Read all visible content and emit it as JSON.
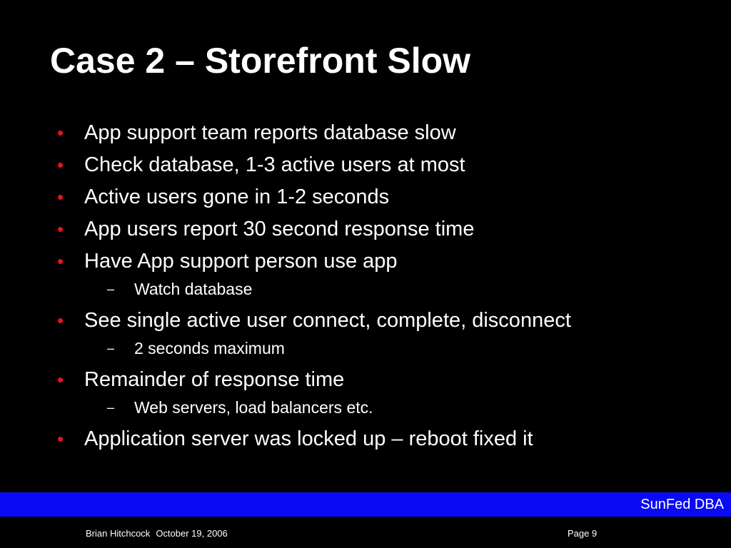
{
  "slide": {
    "title": "Case 2 – Storefront Slow",
    "bullet_color": "#e8141c",
    "accent_band_color": "#0a0af5",
    "bullets": [
      {
        "level": 1,
        "marker": "•",
        "text": "App support team reports database slow"
      },
      {
        "level": 1,
        "marker": "•",
        "text": "Check database, 1-3 active users at most"
      },
      {
        "level": 1,
        "marker": "•",
        "text": "Active users gone in 1-2 seconds"
      },
      {
        "level": 1,
        "marker": "•",
        "text": "App users report 30 second response time"
      },
      {
        "level": 1,
        "marker": "•",
        "text": "Have App support person use app"
      },
      {
        "level": 2,
        "marker": "–",
        "text": "Watch database"
      },
      {
        "level": 1,
        "marker": "•",
        "text": "See single active user connect, complete, disconnect"
      },
      {
        "level": 2,
        "marker": "–",
        "text": "2 seconds maximum"
      },
      {
        "level": 1,
        "marker": "•",
        "text": "Remainder of response time"
      },
      {
        "level": 2,
        "marker": "–",
        "text": "Web servers, load balancers etc."
      },
      {
        "level": 1,
        "marker": "•",
        "text": "Application server was locked up – reboot fixed it"
      }
    ]
  },
  "band": {
    "label": "SunFed DBA"
  },
  "footer": {
    "author": "Brian Hitchcock",
    "date": "October 19, 2006",
    "page": "Page 9"
  }
}
